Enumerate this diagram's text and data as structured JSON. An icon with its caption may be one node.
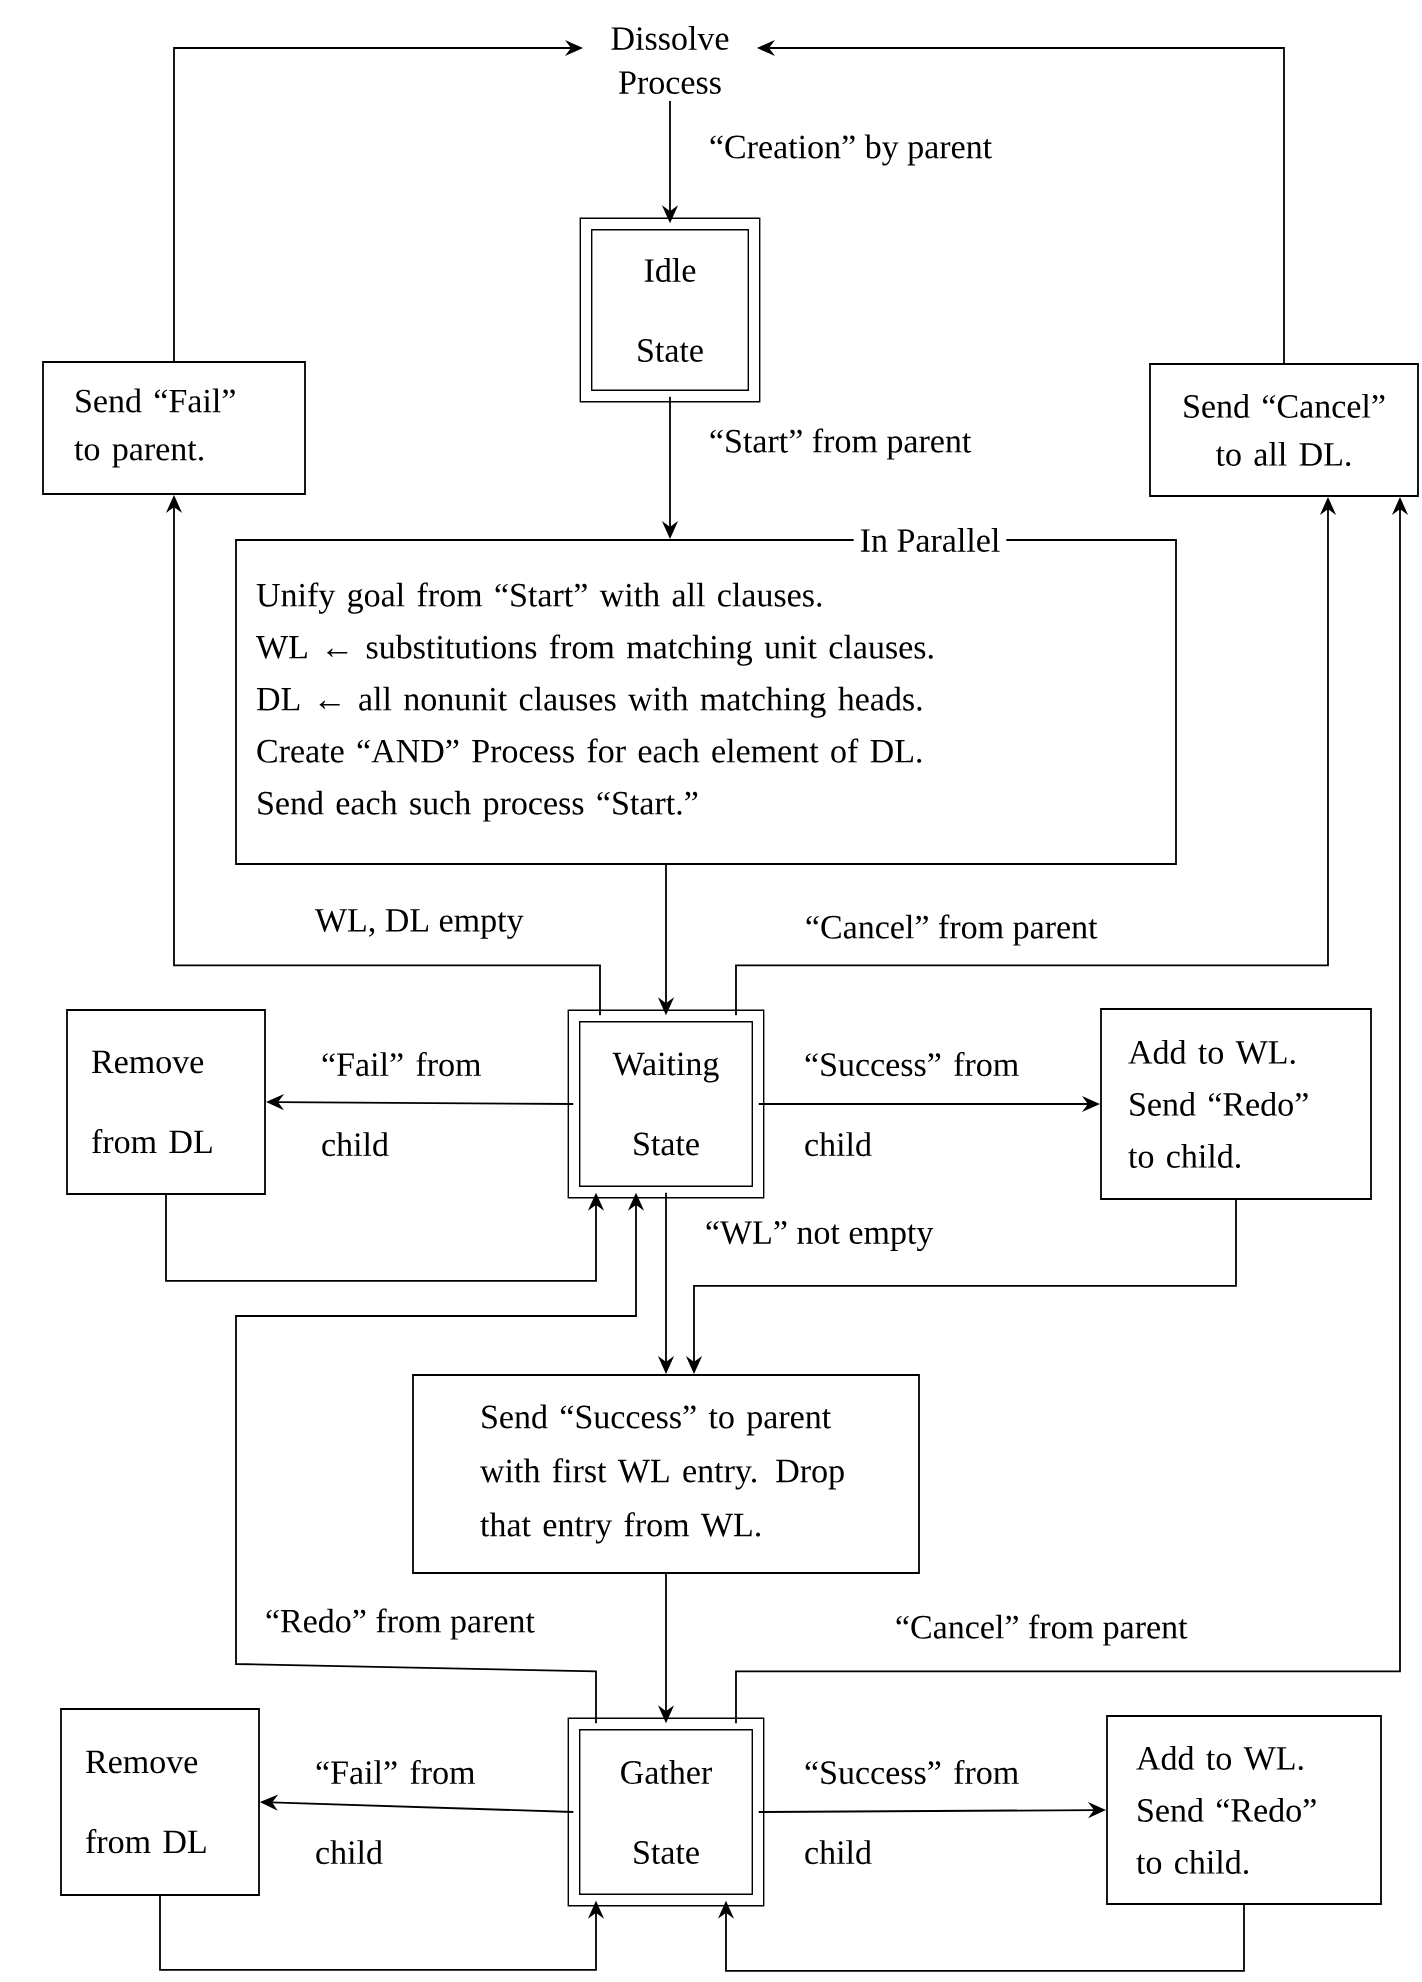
{
  "diagram": {
    "nodes": [
      {
        "text": [
          "Dissolve Process"
        ]
      },
      {
        "text": [
          "Idle State"
        ]
      },
      {
        "text": [
          "Send “Fail” to parent."
        ]
      },
      {
        "text": [
          "Send “Cancel” to all DL."
        ]
      },
      {
        "text": [
          "In Parallel",
          "Unify goal from “Start” with all clauses.",
          "WL ← substitutions from matching unit clauses.",
          "DL ← all nonunit clauses with matching heads.",
          "Create “AND” Process for each element of DL.",
          "Send each such process “Start.”"
        ]
      },
      {
        "text": [
          "Remove from DL"
        ]
      },
      {
        "text": [
          "Waiting State"
        ]
      },
      {
        "text": [
          "Add to WL. Send “Redo” to child."
        ]
      },
      {
        "text": [
          "Send “Success” to parent with first WL entry. Drop that entry from WL."
        ]
      },
      {
        "text": [
          "Remove from DL"
        ]
      },
      {
        "text": [
          "Gather State"
        ]
      },
      {
        "text": [
          "Add to WL. Send “Redo” to child."
        ]
      }
    ],
    "edges": [
      {
        "from": 0,
        "to": 1,
        "arrow": "to",
        "label": "“Creation” by parent"
      },
      {
        "from": 1,
        "to": 4,
        "arrow": "to",
        "label": "“Start” from parent"
      },
      {
        "from": 2,
        "to": 0,
        "arrow": "to"
      },
      {
        "from": 3,
        "to": 0,
        "arrow": "to"
      },
      {
        "from": 4,
        "to": 6,
        "arrow": "to"
      },
      {
        "from": 6,
        "to": 2,
        "arrow": "to",
        "label": "WL, DL empty"
      },
      {
        "from": 6,
        "to": 3,
        "arrow": "to",
        "label": "“Cancel” from parent"
      },
      {
        "from": 6,
        "to": 5,
        "arrow": "to",
        "label": "“Fail” from child"
      },
      {
        "from": 6,
        "to": 7,
        "arrow": "to",
        "label": "“Success” from child"
      },
      {
        "from": 5,
        "to": 6,
        "arrow": "to"
      },
      {
        "from": 10,
        "to": 6,
        "arrow": "to",
        "label": "“Redo” from parent"
      },
      {
        "from": 6,
        "to": 8,
        "arrow": "to",
        "label": "“WL” not empty"
      },
      {
        "from": 7,
        "to": 8,
        "arrow": "to"
      },
      {
        "from": 8,
        "to": 10,
        "arrow": "to"
      },
      {
        "from": 10,
        "to": 3,
        "arrow": "to",
        "label": "“Cancel” from parent"
      },
      {
        "from": 10,
        "to": 9,
        "arrow": "to",
        "label": "“Fail” from child"
      },
      {
        "from": 10,
        "to": 11,
        "arrow": "to",
        "label": "“Success” from child"
      },
      {
        "from": 9,
        "to": 10,
        "arrow": "to"
      },
      {
        "from": 11,
        "to": 10,
        "arrow": "to"
      }
    ]
  }
}
